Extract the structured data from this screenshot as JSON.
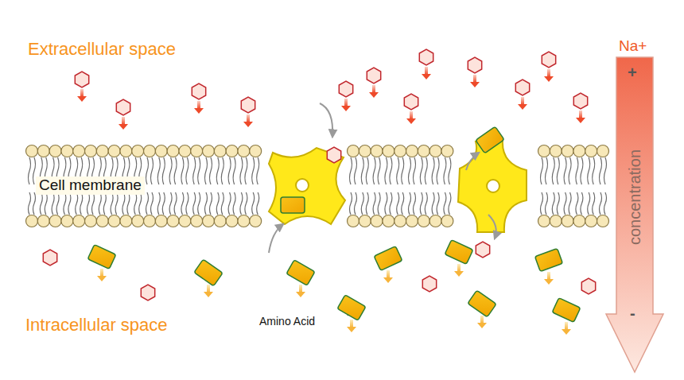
{
  "diagram": {
    "labels": [
      "Extracellular space",
      "Na+",
      "+",
      "concentration",
      "-",
      "Cell membrane",
      "Amino Acid",
      "Intracellular space"
    ]
  }
}
